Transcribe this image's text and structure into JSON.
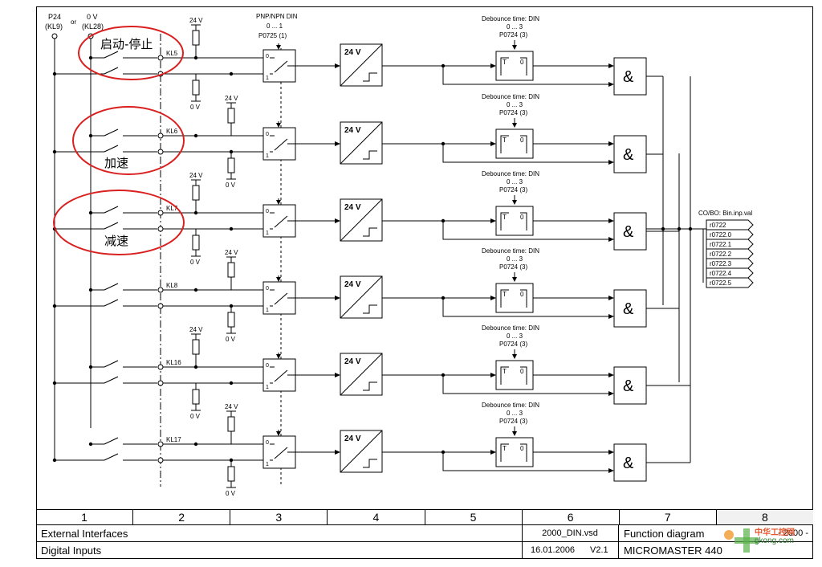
{
  "supply": {
    "p24_label": "P24",
    "p24_term": "(KL9)",
    "or_label": "or",
    "ov_label": "0 V",
    "ov_term": "(KL28)"
  },
  "supply_mini": {
    "plus": "24 V",
    "zero": "0 V"
  },
  "pnp_header": {
    "title": "PNP/NPN DIN",
    "range": "0 ... 1",
    "param": "P0725 (1)"
  },
  "channels": [
    {
      "terminal": "KL5",
      "annotation": "启动-停止"
    },
    {
      "terminal": "KL6",
      "annotation": "加速"
    },
    {
      "terminal": "KL7",
      "annotation": "减速"
    },
    {
      "terminal": "KL8",
      "annotation": ""
    },
    {
      "terminal": "KL16",
      "annotation": ""
    },
    {
      "terminal": "KL17",
      "annotation": ""
    }
  ],
  "channel_text": {
    "switch_top": "0",
    "switch_bottom": "1",
    "level_label": "24 V",
    "debounce_title": "Debounce time: DIN",
    "debounce_range": "0 ... 3",
    "debounce_param": "P0724 (3)",
    "timer_t": "T",
    "timer_zero": "0",
    "and_symbol": "&"
  },
  "output": {
    "title": "CO/BO: Bin.inp.val",
    "params": [
      "r0722",
      "r0722.0",
      "r0722.1",
      "r0722.2",
      "r0722.3",
      "r0722.4",
      "r0722.5"
    ]
  },
  "zones": [
    "1",
    "2",
    "3",
    "4",
    "5",
    "6",
    "7",
    "8"
  ],
  "title_block": {
    "row1": {
      "left": "External Interfaces",
      "file": "2000_DIN.vsd",
      "label": "Function diagram",
      "code": "- 2000 -"
    },
    "row2": {
      "left": "Digital Inputs",
      "date": "16.01.2006",
      "version": "V2.1",
      "product": "MICROMASTER 440"
    }
  },
  "watermark": {
    "line1": "中华工控网",
    "line2": "gkong.com"
  },
  "colors": {
    "line": "#000000",
    "annotation": "#d9201f",
    "background": "#ffffff"
  }
}
